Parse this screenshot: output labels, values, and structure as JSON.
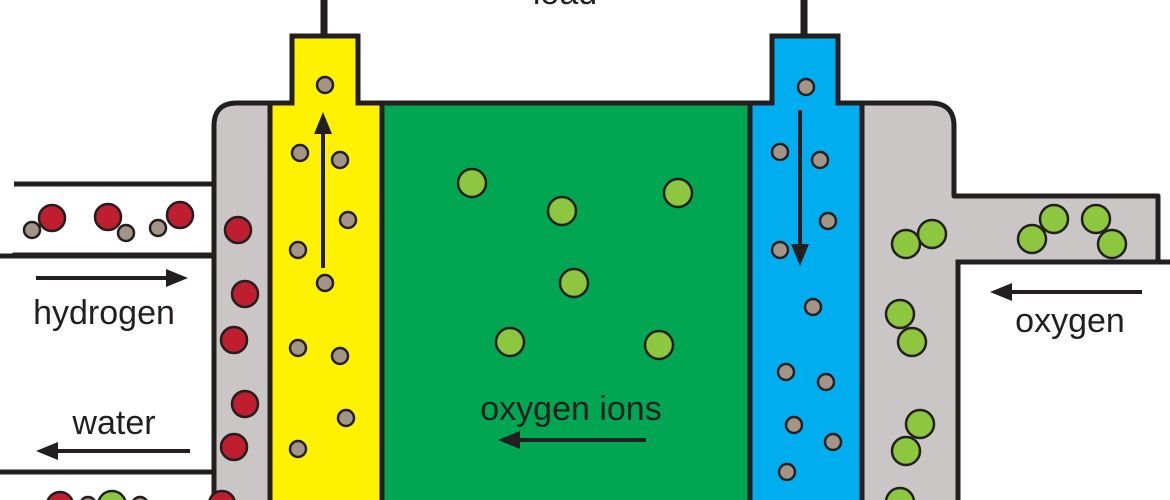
{
  "labels": {
    "load": "load",
    "hydrogen": "hydrogen",
    "water": "water",
    "oxygen": "oxygen",
    "oxygen_ions": "oxygen ions"
  },
  "colors": {
    "housing": "#cac6c6",
    "anode": "#fff200",
    "electrolyte": "#00a651",
    "cathode": "#00aeef",
    "hydrogen_molecule": "#be1e2d",
    "electron": "#a39585",
    "oxygen_molecule": "#8dc63f",
    "outline": "#231f20"
  }
}
